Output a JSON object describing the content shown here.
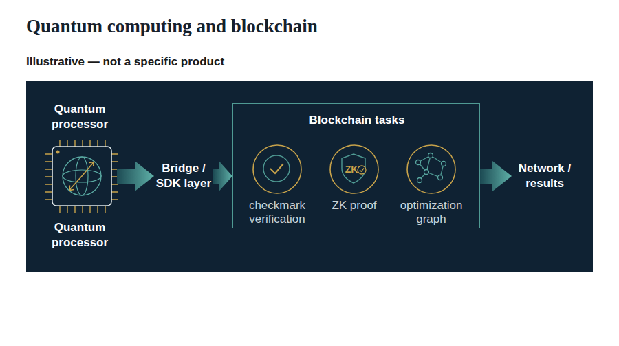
{
  "diagram": {
    "title": "Quantum computing and blockchain",
    "nodes": [
      {
        "text": [
          "Quantum processor",
          "Quantum processor"
        ]
      },
      {
        "text": [
          "Bridge / SDK layer"
        ]
      },
      {
        "text": [
          "Blockchain tasks"
        ]
      },
      {
        "text": [
          "checkmark verification"
        ],
        "in": 2
      },
      {
        "text": [
          "ZK",
          "ZK proof"
        ],
        "in": 2
      },
      {
        "text": [
          "optimization graph"
        ],
        "in": 2
      },
      {
        "text": [
          "Network / results"
        ]
      }
    ],
    "edges": [
      {
        "from": 0,
        "to": 1,
        "arrow": "to"
      },
      {
        "from": 1,
        "to": 2,
        "arrow": "to"
      },
      {
        "from": 2,
        "to": 6,
        "arrow": "to"
      }
    ],
    "labels": [
      "Illustrative — not a specific product"
    ]
  }
}
